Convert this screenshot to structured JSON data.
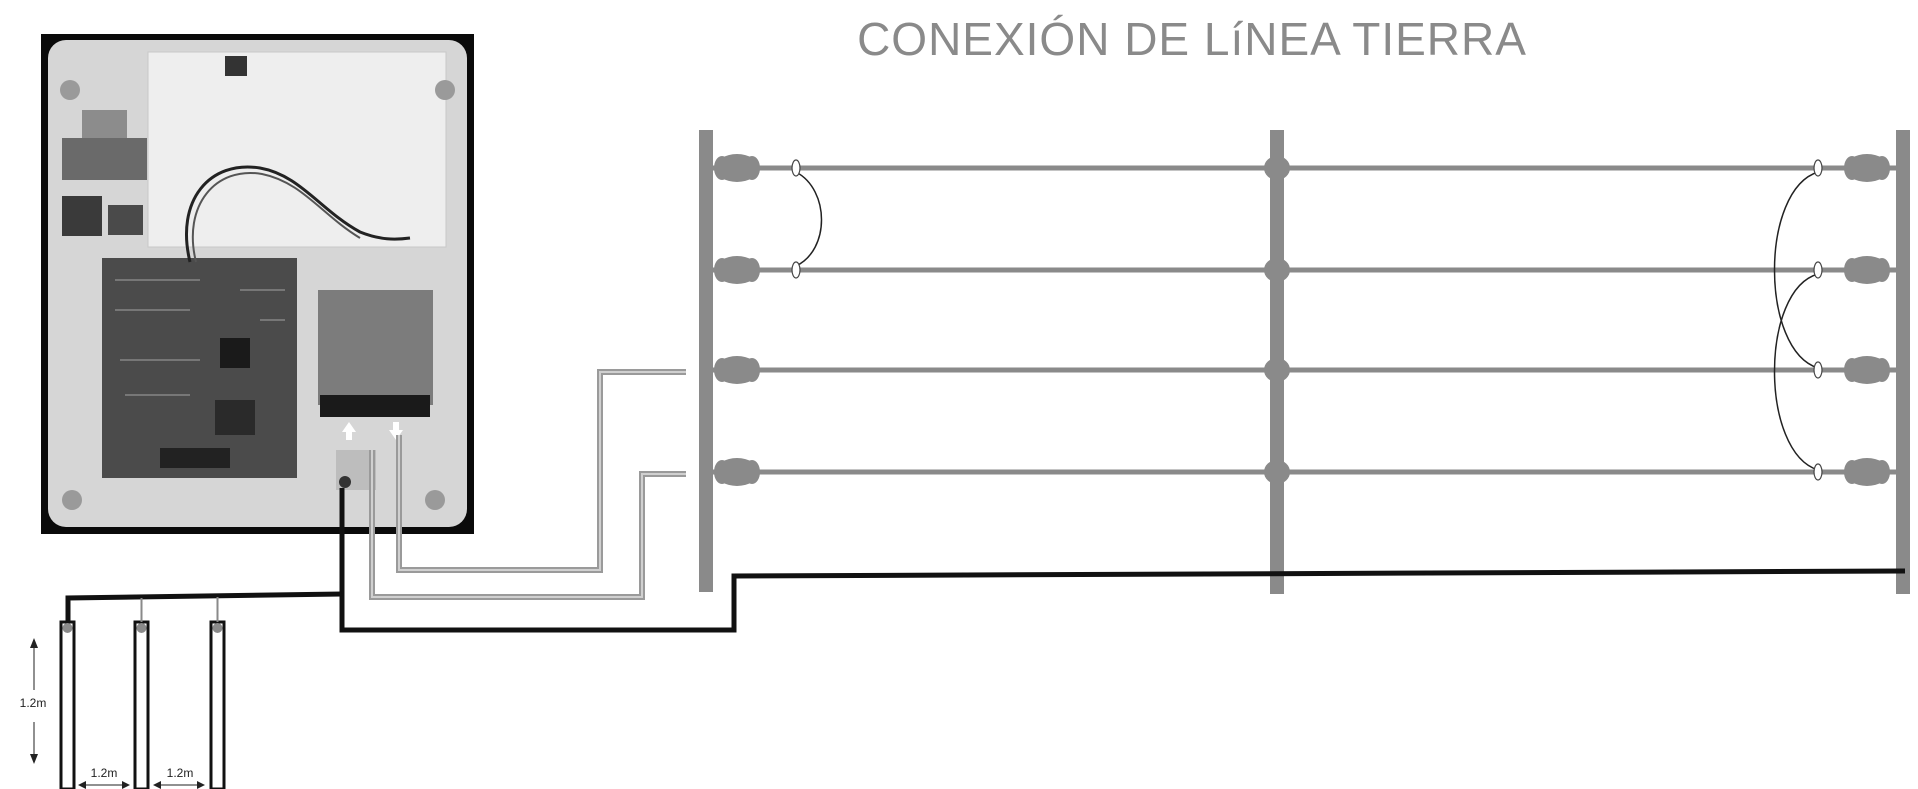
{
  "title": "CONEXIÓN DE LíNEA TIERRA",
  "dimensions": {
    "rod_depth": "1.2m",
    "rod_spacing_1": "1.2m",
    "rod_spacing_2": "1.2m"
  },
  "components": {
    "energizer_box": "energizer-photo",
    "fence_wires": 4,
    "fence_posts": 3,
    "ground_rods": 3
  },
  "colors": {
    "post": "#8a8a8a",
    "wire": "#8a8a8a",
    "ground_cable": "#111111",
    "feed_cable": "#9a9a9a",
    "box_frame": "#0a0a0a",
    "box_body": "#d9d9d9",
    "title": "#8a8a8a"
  }
}
